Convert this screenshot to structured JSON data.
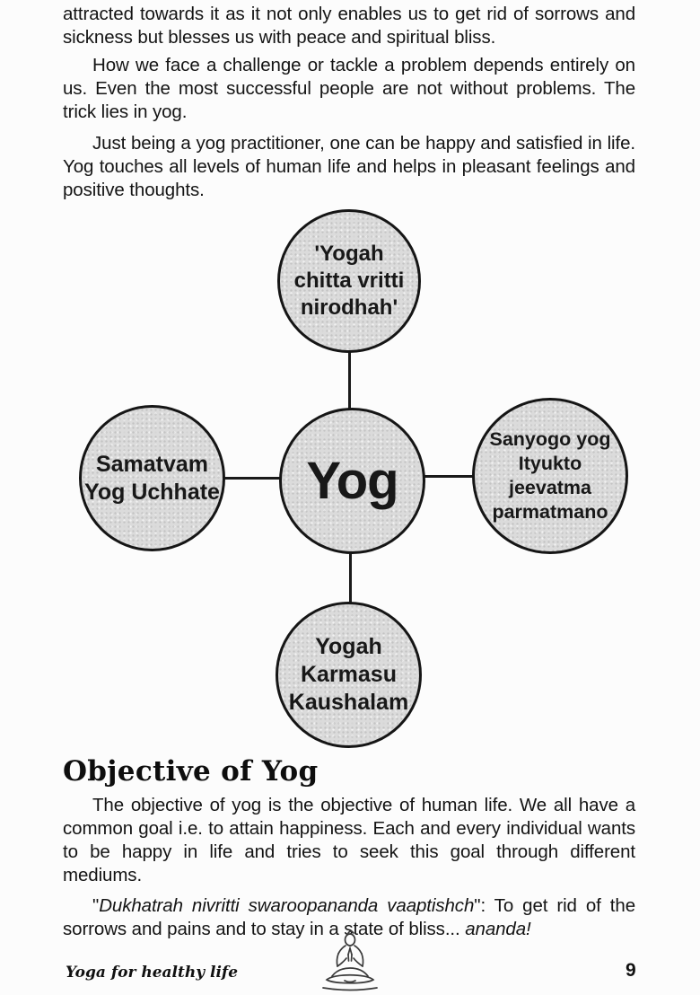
{
  "content": {
    "paragraph1": "attracted towards it as it not only enables us to get rid of sorrows and sickness but blesses us with peace and spiritual bliss.",
    "paragraph2": "How we face a challenge or tackle a problem depends entirely on us. Even the most successful people are not without problems. The trick lies in yog.",
    "paragraph3": "Just being a yog practitioner, one can be happy and satisfied in life. Yog touches all levels of human life and helps in pleasant feelings and positive thoughts.",
    "heading": "Objective of Yog",
    "paragraph4": "The objective of yog is the objective of human life. We all have a common goal i.e. to attain happiness. Each and every individual wants to be happy in life and tries to seek this goal through different mediums.",
    "quote": {
      "open": "\"",
      "italic": "Dukhatrah nivritti swaroopananda vaaptishch",
      "after": "\": To get rid of the sorrows and pains and to stay in a state of bliss... ",
      "ananda": "ananda!"
    }
  },
  "diagram": {
    "center_label": "Yog",
    "top_label": "'Yogah\nchitta vritti\nnirodhah'",
    "left_label": "Samatvam\nYog Uchhate",
    "right_label": "Sanyogo yog\nItyukto\njeevatma\nparmatmano",
    "bottom_label": "Yogah\nKarmasu\nKaushalam"
  },
  "footer": {
    "book_title": "Yoga for healthy life",
    "page_number": "9",
    "icon": "meditating-figure-icon"
  },
  "colors": {
    "paper": "#fcfcfc",
    "ink": "#141414",
    "circle_fill": "#dbdbdb",
    "line": "#1a1a1a"
  }
}
